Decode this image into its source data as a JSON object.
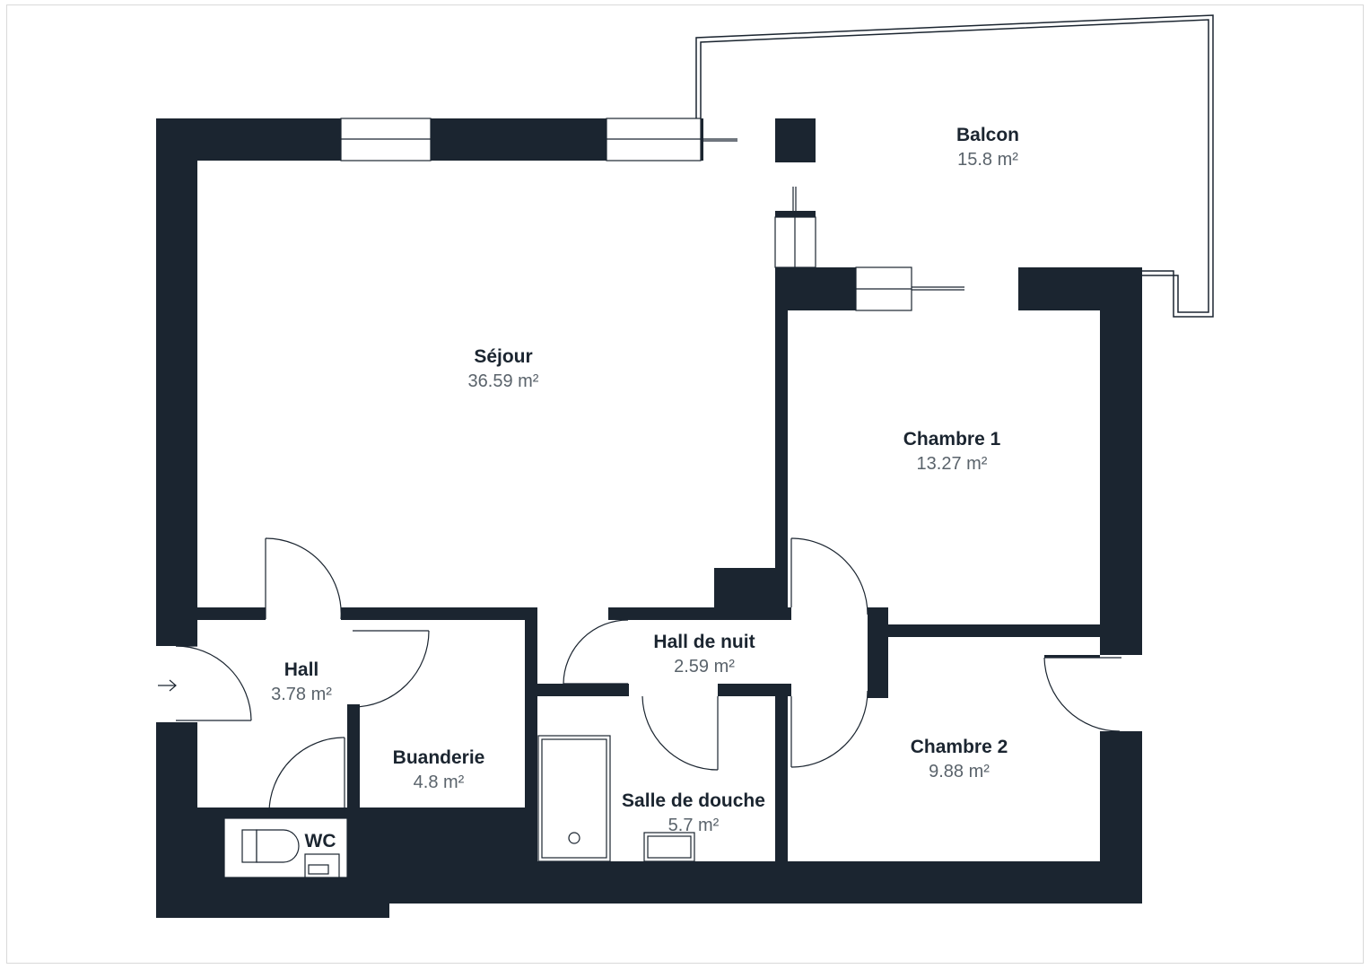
{
  "plan": {
    "wall_color": "#1b2530",
    "background": "#ffffff",
    "area_unit": "m²",
    "rooms": [
      {
        "id": "sejour",
        "name": "Séjour",
        "area": "36.59 m²"
      },
      {
        "id": "balcon",
        "name": "Balcon",
        "area": "15.8 m²"
      },
      {
        "id": "chambre1",
        "name": "Chambre 1",
        "area": "13.27 m²"
      },
      {
        "id": "hall",
        "name": "Hall",
        "area": "3.78 m²"
      },
      {
        "id": "hall_de_nuit",
        "name": "Hall de nuit",
        "area": "2.59 m²"
      },
      {
        "id": "buanderie",
        "name": "Buanderie",
        "area": "4.8 m²"
      },
      {
        "id": "salle_de_douche",
        "name": "Salle de douche",
        "area": "5.7 m²"
      },
      {
        "id": "chambre2",
        "name": "Chambre 2",
        "area": "9.88 m²"
      },
      {
        "id": "wc",
        "name": "WC",
        "area": ""
      }
    ]
  }
}
